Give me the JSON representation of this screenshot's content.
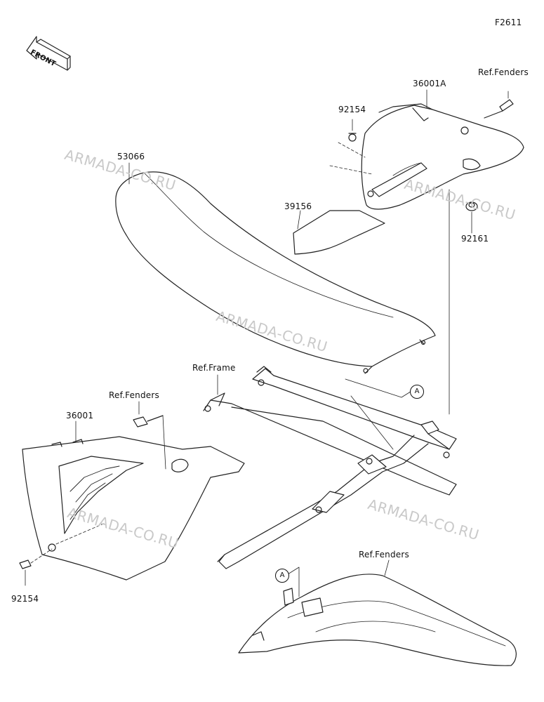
{
  "figure_code": "F2611",
  "front_marker": "FRONT",
  "watermark": "ARMADA-CO.RU",
  "callout_letter": "A",
  "labels": {
    "ref_fenders_top": "Ref.Fenders",
    "p36001a": "36001A",
    "p92154_top": "92154",
    "p53066": "53066",
    "p39156": "39156",
    "p92161": "92161",
    "ref_frame": "Ref.Frame",
    "ref_fenders_left": "Ref.Fenders",
    "p36001": "36001",
    "p92154_bottom": "92154",
    "ref_fenders_bottom": "Ref.Fenders"
  }
}
